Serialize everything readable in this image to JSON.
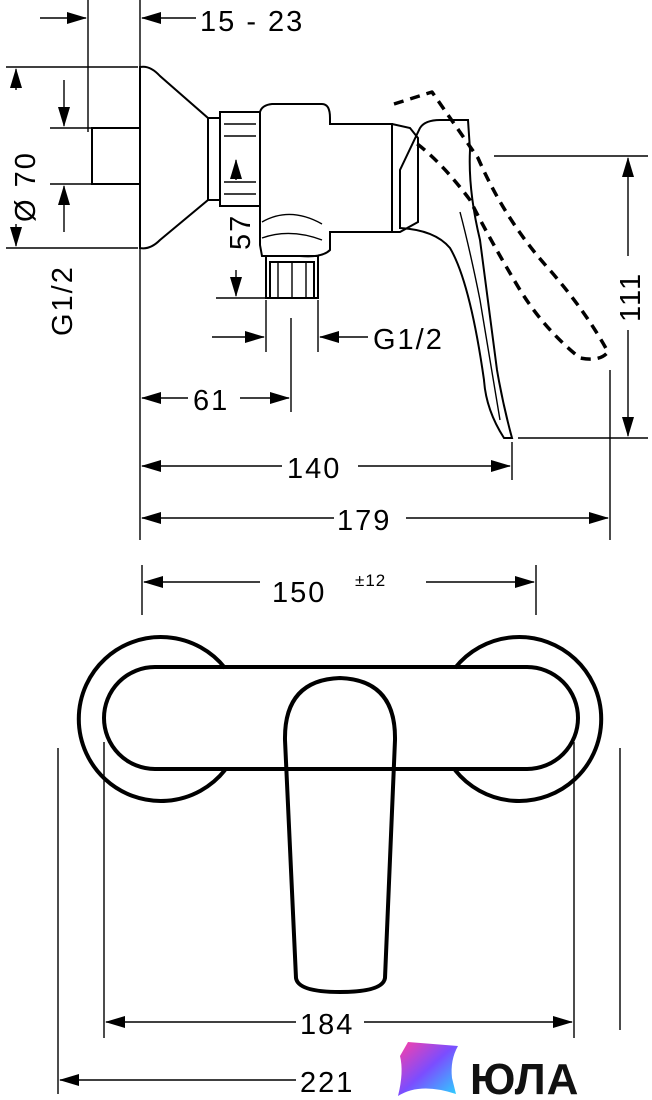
{
  "side_view": {
    "dim_depth": "15 - 23",
    "dim_diameter": "Ø 70",
    "dim_thread_left": "G1/2",
    "dim_57": "57",
    "dim_thread_bottom": "G1/2",
    "dim_61": "61",
    "dim_140": "140",
    "dim_179": "179",
    "dim_111": "111"
  },
  "front_view": {
    "dim_150": "150",
    "dim_150_tol": "±12",
    "dim_184": "184",
    "dim_221": "221"
  },
  "watermark": {
    "text": "ЮЛА",
    "gradient_start": "#ff3fa4",
    "gradient_mid": "#7b4dff",
    "gradient_end": "#28d7ff"
  }
}
